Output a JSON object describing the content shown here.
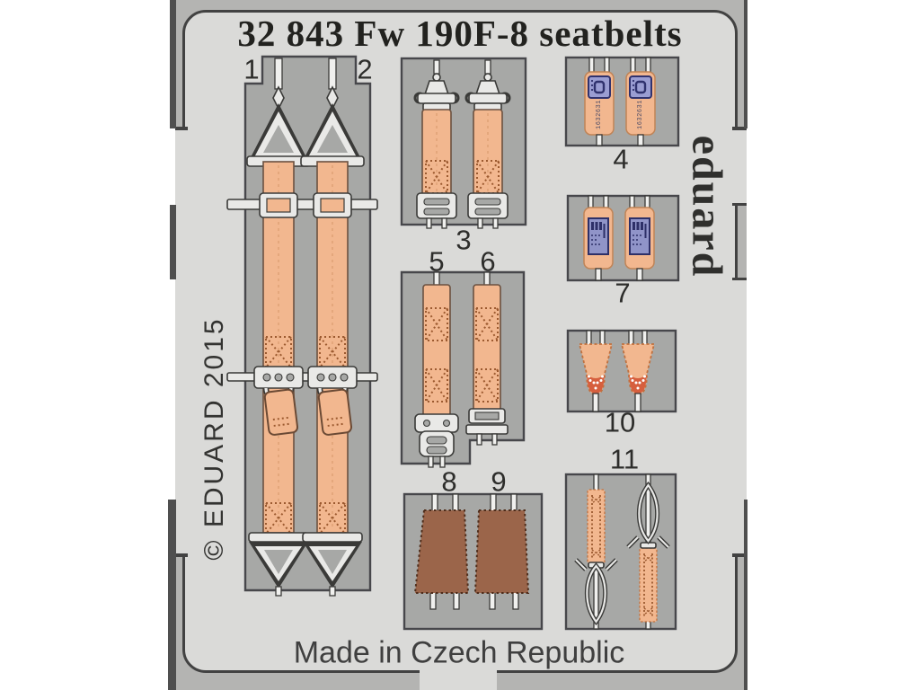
{
  "photo": {
    "title": "32 843 Fw 190F-8 seatbelts",
    "brand_vertical": "eduard",
    "copyright_vertical": "© EDUARD 2015",
    "made_in": "Made in Czech Republic"
  },
  "part_labels": [
    "1",
    "2",
    "3",
    "4",
    "5",
    "6",
    "7",
    "8",
    "9",
    "10",
    "11"
  ],
  "microtext": {
    "part4_strap_print": "1632631"
  },
  "palette": {
    "card_bg": "#dadad8",
    "frame_gutter": "#b4b4b2",
    "frame_line": "#424242",
    "fret_plate": "#a7a8a6",
    "metal_hardware": "#e9e9e7",
    "belt_fabric": "#f2b78f",
    "stitching": "#9c5a30",
    "leather_pad": "#9b654a",
    "buckle_blue": "#9a9dd2",
    "buckle_blue_dark": "#30326e",
    "belt_tip_red": "#d65f3e"
  }
}
